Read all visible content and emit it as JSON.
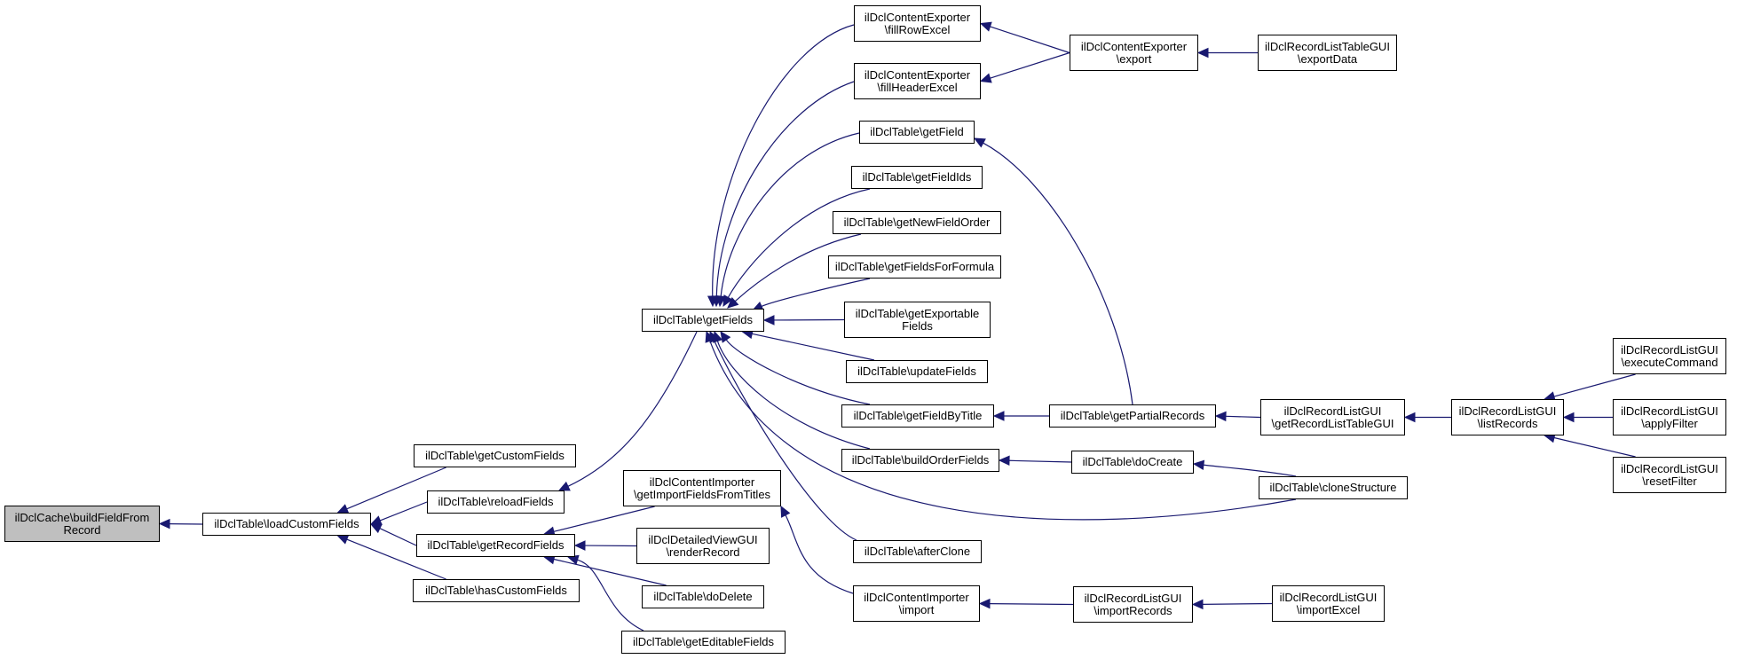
{
  "graph": {
    "type": "caller-graph",
    "colors": {
      "edge": "#191970",
      "root_fill": "#bfbfbf",
      "node_fill": "#ffffff",
      "border": "#000000"
    },
    "nodes": [
      {
        "id": "buildFieldFromRecord",
        "label": "ilDclCache\\buildFieldFrom\nRecord",
        "root": true
      },
      {
        "id": "loadCustomFields",
        "label": "ilDclTable\\loadCustomFields"
      },
      {
        "id": "getCustomFields",
        "label": "ilDclTable\\getCustomFields"
      },
      {
        "id": "reloadFields",
        "label": "ilDclTable\\reloadFields"
      },
      {
        "id": "getRecordFields",
        "label": "ilDclTable\\getRecordFields"
      },
      {
        "id": "hasCustomFields",
        "label": "ilDclTable\\hasCustomFields"
      },
      {
        "id": "getFields",
        "label": "ilDclTable\\getFields"
      },
      {
        "id": "getImportFieldsFromTitles",
        "label": "ilDclContentImporter\n\\getImportFieldsFromTitles"
      },
      {
        "id": "renderRecord",
        "label": "ilDclDetailedViewGUI\n\\renderRecord"
      },
      {
        "id": "doDelete",
        "label": "ilDclTable\\doDelete"
      },
      {
        "id": "getEditableFields",
        "label": "ilDclTable\\getEditableFields"
      },
      {
        "id": "fillRowExcel",
        "label": "ilDclContentExporter\n\\fillRowExcel"
      },
      {
        "id": "fillHeaderExcel",
        "label": "ilDclContentExporter\n\\fillHeaderExcel"
      },
      {
        "id": "getField",
        "label": "ilDclTable\\getField"
      },
      {
        "id": "getFieldIds",
        "label": "ilDclTable\\getFieldIds"
      },
      {
        "id": "getNewFieldOrder",
        "label": "ilDclTable\\getNewFieldOrder"
      },
      {
        "id": "getFieldsForFormula",
        "label": "ilDclTable\\getFieldsForFormula"
      },
      {
        "id": "getExportableFields",
        "label": "ilDclTable\\getExportable\nFields"
      },
      {
        "id": "updateFields",
        "label": "ilDclTable\\updateFields"
      },
      {
        "id": "getFieldByTitle",
        "label": "ilDclTable\\getFieldByTitle"
      },
      {
        "id": "buildOrderFields",
        "label": "ilDclTable\\buildOrderFields"
      },
      {
        "id": "afterClone",
        "label": "ilDclTable\\afterClone"
      },
      {
        "id": "import",
        "label": "ilDclContentImporter\n\\import"
      },
      {
        "id": "export",
        "label": "ilDclContentExporter\n\\export"
      },
      {
        "id": "getPartialRecords",
        "label": "ilDclTable\\getPartialRecords"
      },
      {
        "id": "doCreate",
        "label": "ilDclTable\\doCreate"
      },
      {
        "id": "cloneStructure",
        "label": "ilDclTable\\cloneStructure"
      },
      {
        "id": "importRecords",
        "label": "ilDclRecordListGUI\n\\importRecords"
      },
      {
        "id": "getRecordListTableGUI",
        "label": "ilDclRecordListGUI\n\\getRecordListTableGUI"
      },
      {
        "id": "exportData",
        "label": "ilDclRecordListTableGUI\n\\exportData"
      },
      {
        "id": "listRecords",
        "label": "ilDclRecordListGUI\n\\listRecords"
      },
      {
        "id": "importExcel",
        "label": "ilDclRecordListGUI\n\\importExcel"
      },
      {
        "id": "executeCommand",
        "label": "ilDclRecordListGUI\n\\executeCommand"
      },
      {
        "id": "applyFilter",
        "label": "ilDclRecordListGUI\n\\applyFilter"
      },
      {
        "id": "resetFilter",
        "label": "ilDclRecordListGUI\n\\resetFilter"
      }
    ],
    "edges": [
      {
        "from": "loadCustomFields",
        "to": "buildFieldFromRecord"
      },
      {
        "from": "getCustomFields",
        "to": "loadCustomFields"
      },
      {
        "from": "reloadFields",
        "to": "loadCustomFields"
      },
      {
        "from": "getRecordFields",
        "to": "loadCustomFields"
      },
      {
        "from": "hasCustomFields",
        "to": "loadCustomFields"
      },
      {
        "from": "getFields",
        "to": "reloadFields"
      },
      {
        "from": "getImportFieldsFromTitles",
        "to": "getRecordFields"
      },
      {
        "from": "renderRecord",
        "to": "getRecordFields"
      },
      {
        "from": "doDelete",
        "to": "getRecordFields"
      },
      {
        "from": "getEditableFields",
        "to": "getRecordFields"
      },
      {
        "from": "fillRowExcel",
        "to": "getFields"
      },
      {
        "from": "fillHeaderExcel",
        "to": "getFields"
      },
      {
        "from": "getField",
        "to": "getFields"
      },
      {
        "from": "getFieldIds",
        "to": "getFields"
      },
      {
        "from": "getNewFieldOrder",
        "to": "getFields"
      },
      {
        "from": "getFieldsForFormula",
        "to": "getFields"
      },
      {
        "from": "getExportableFields",
        "to": "getFields"
      },
      {
        "from": "updateFields",
        "to": "getFields"
      },
      {
        "from": "getFieldByTitle",
        "to": "getFields"
      },
      {
        "from": "buildOrderFields",
        "to": "getFields"
      },
      {
        "from": "afterClone",
        "to": "getFields"
      },
      {
        "from": "cloneStructure",
        "to": "getFields"
      },
      {
        "from": "import",
        "to": "getImportFieldsFromTitles"
      },
      {
        "from": "export",
        "to": "fillRowExcel"
      },
      {
        "from": "export",
        "to": "fillHeaderExcel"
      },
      {
        "from": "exportData",
        "to": "export"
      },
      {
        "from": "getPartialRecords",
        "to": "getField"
      },
      {
        "from": "getPartialRecords",
        "to": "getFieldByTitle"
      },
      {
        "from": "getRecordListTableGUI",
        "to": "getPartialRecords"
      },
      {
        "from": "listRecords",
        "to": "getRecordListTableGUI"
      },
      {
        "from": "executeCommand",
        "to": "listRecords"
      },
      {
        "from": "applyFilter",
        "to": "listRecords"
      },
      {
        "from": "resetFilter",
        "to": "listRecords"
      },
      {
        "from": "doCreate",
        "to": "buildOrderFields"
      },
      {
        "from": "cloneStructure",
        "to": "doCreate"
      },
      {
        "from": "importRecords",
        "to": "import"
      },
      {
        "from": "importExcel",
        "to": "importRecords"
      }
    ]
  }
}
